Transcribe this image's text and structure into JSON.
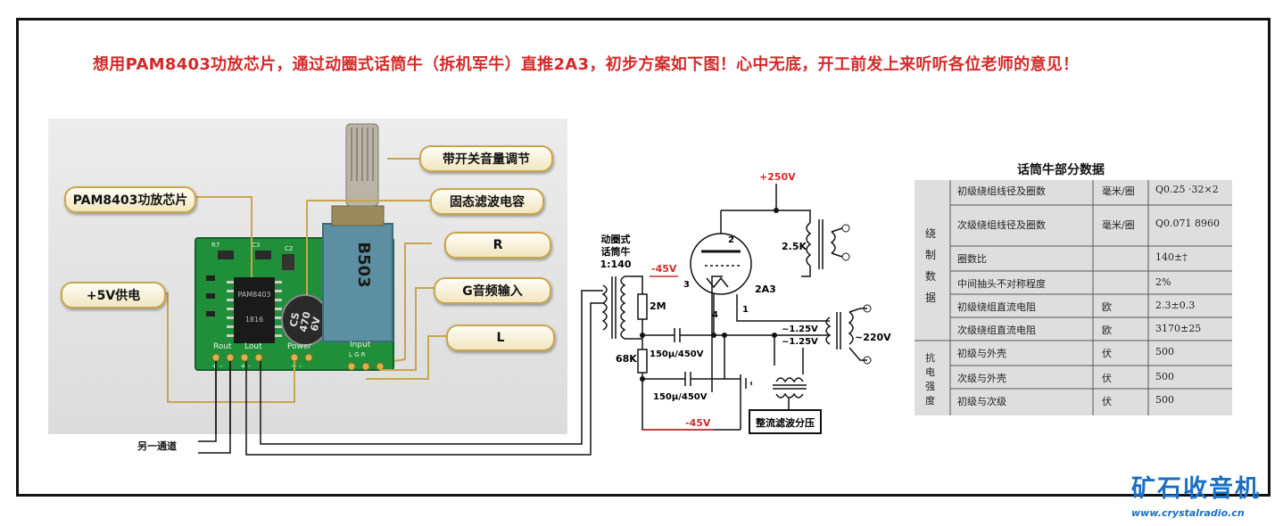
{
  "headline": "想用PAM8403功放芯片，通过动圈式话筒牛（拆机军牛）直推2A3，初步方案如下图！心中无底，开工前发上来听听各位老师的意见！",
  "photo": {
    "board_labels": {
      "r7": "R7",
      "c3": "C3",
      "c2": "C2",
      "ic_top": "PAM8403",
      "ic_bottom": "1816",
      "cap": [
        "CS",
        "470",
        "6V"
      ],
      "pot": "B503"
    },
    "pin_labels": {
      "rout": "Rout",
      "lout": "Lout",
      "power": "Power",
      "input": "Input",
      "lgr": "L G R",
      "pm1": "+ -",
      "pm2": "+ -",
      "pm3": "+ -"
    },
    "callouts": {
      "switch_volume": "带开关音量调节",
      "amp_chip": "PAM8403功放芯片",
      "filter_cap": "固态滤波电容",
      "r": "R",
      "power": "+5V供电",
      "g_input": "G音频输入",
      "l": "L"
    },
    "other_channel": "另一通道"
  },
  "schematic": {
    "mic_transformer": [
      "动圈式",
      "话筒牛",
      "1:140"
    ],
    "b_plus": "+250V",
    "grid_bias": "-45V",
    "r_2m": "2M",
    "r_68k": "68K",
    "r_2_5k": "2.5K",
    "cap1": "150μ/450V",
    "cap2": "150μ/450V",
    "tube": "2A3",
    "pin2": "2",
    "pin3": "3",
    "pin4": "4",
    "pin1": "1",
    "fil1": "~1.25V",
    "fil2": "~1.25V",
    "mains": "~220V",
    "bottom_bias": "-45V",
    "psu_box": "整流滤波分压"
  },
  "table": {
    "title": "话筒牛部分数据",
    "group1": "绕制数据",
    "group2": "抗电强度",
    "rows": [
      {
        "item": "初级绕组线径及圈数",
        "unit": "毫米/圈",
        "value": "Q0.25 ·32×2"
      },
      {
        "item": "次级绕组线径及圈数",
        "unit": "毫米/圈",
        "value": "Q0.071 8960"
      },
      {
        "item": "圈数比",
        "unit": "",
        "value": "140±†"
      },
      {
        "item": "中间抽头不对称程度",
        "unit": "",
        "value": "2%"
      },
      {
        "item": "初级绕组直流电阻",
        "unit": "欧",
        "value": "2.3±0.3"
      },
      {
        "item": "次级绕组直流电阻",
        "unit": "欧",
        "value": "3170±25"
      },
      {
        "item": "初级与外壳",
        "unit": "伏",
        "value": "500"
      },
      {
        "item": "次级与外壳",
        "unit": "伏",
        "value": "500"
      },
      {
        "item": "初级与次级",
        "unit": "伏",
        "value": "500"
      }
    ]
  },
  "logo": {
    "name": "矿石收音机",
    "url": "www.crystalradio.cn"
  },
  "colors": {
    "headline": "#d42a2a",
    "schematic_accent": "#d42a2a",
    "board": "#1f8f3a",
    "callout_border": "#c9a64d",
    "logo": "#1a6fc4"
  }
}
